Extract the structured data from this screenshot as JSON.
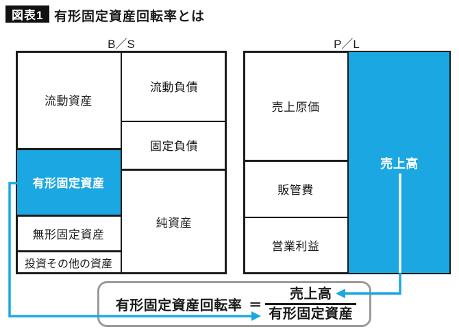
{
  "header": {
    "badge": "図表1",
    "title": "有形固定資産回転率とは"
  },
  "bs": {
    "label": "B／S",
    "assets": [
      {
        "label": "流動資産",
        "highlight": false
      },
      {
        "label": "有形固定資産",
        "highlight": true
      },
      {
        "label": "無形固定資産",
        "highlight": false
      },
      {
        "label": "投資その他の資産",
        "highlight": false
      }
    ],
    "liabilities": [
      {
        "label": "流動負債"
      },
      {
        "label": "固定負債"
      },
      {
        "label": "純資産"
      }
    ]
  },
  "pl": {
    "label": "P／L",
    "expenses": [
      {
        "label": "売上原価"
      },
      {
        "label": "販管費"
      },
      {
        "label": "営業利益"
      }
    ],
    "revenue": {
      "label": "売上高",
      "highlight": true
    }
  },
  "formula": {
    "lhs": "有形固定資産回転率",
    "equals": "＝",
    "numerator": "売上高",
    "denominator": "有形固定資産"
  },
  "colors": {
    "accent": "#1ba8e2",
    "ink": "#1a1a1a",
    "formula_border": "#9a9a9a"
  }
}
